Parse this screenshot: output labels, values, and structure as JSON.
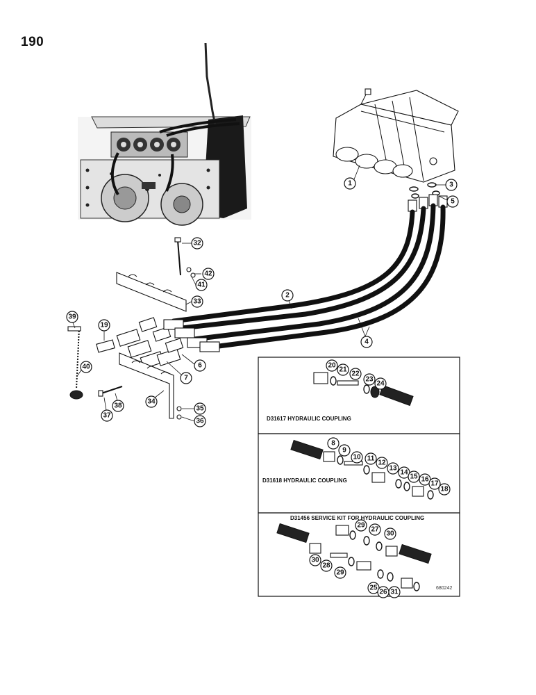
{
  "page": {
    "number": "190"
  },
  "photo": {
    "ref": "680242"
  },
  "detail_boxes": [
    {
      "id": "d31617",
      "title": "D31617 HYDRAULIC COUPLING"
    },
    {
      "id": "d31618",
      "title": "D31618 HYDRAULIC COUPLING"
    },
    {
      "id": "d31456",
      "title": "D31456 SERVICE KIT FOR HYDRAULIC COUPLING"
    }
  ],
  "callouts": {
    "c1": "1",
    "c2": "2",
    "c3": "3",
    "c4": "4",
    "c5": "5",
    "c6": "6",
    "c7": "7",
    "c8": "8",
    "c9": "9",
    "c10": "10",
    "c11": "11",
    "c12": "12",
    "c13": "13",
    "c14": "14",
    "c15": "15",
    "c16": "16",
    "c17": "17",
    "c18": "18",
    "c19": "19",
    "c20": "20",
    "c21": "21",
    "c22": "22",
    "c23": "23",
    "c24": "24",
    "c25": "25",
    "c26": "26",
    "c27": "27",
    "c28": "28",
    "c29a": "29",
    "c29b": "29",
    "c30a": "30",
    "c30b": "30",
    "c31": "31",
    "c32": "32",
    "c33": "33",
    "c34": "34",
    "c35": "35",
    "c36": "36",
    "c37": "37",
    "c38": "38",
    "c39": "39",
    "c40": "40",
    "c41": "41",
    "c42": "42"
  }
}
